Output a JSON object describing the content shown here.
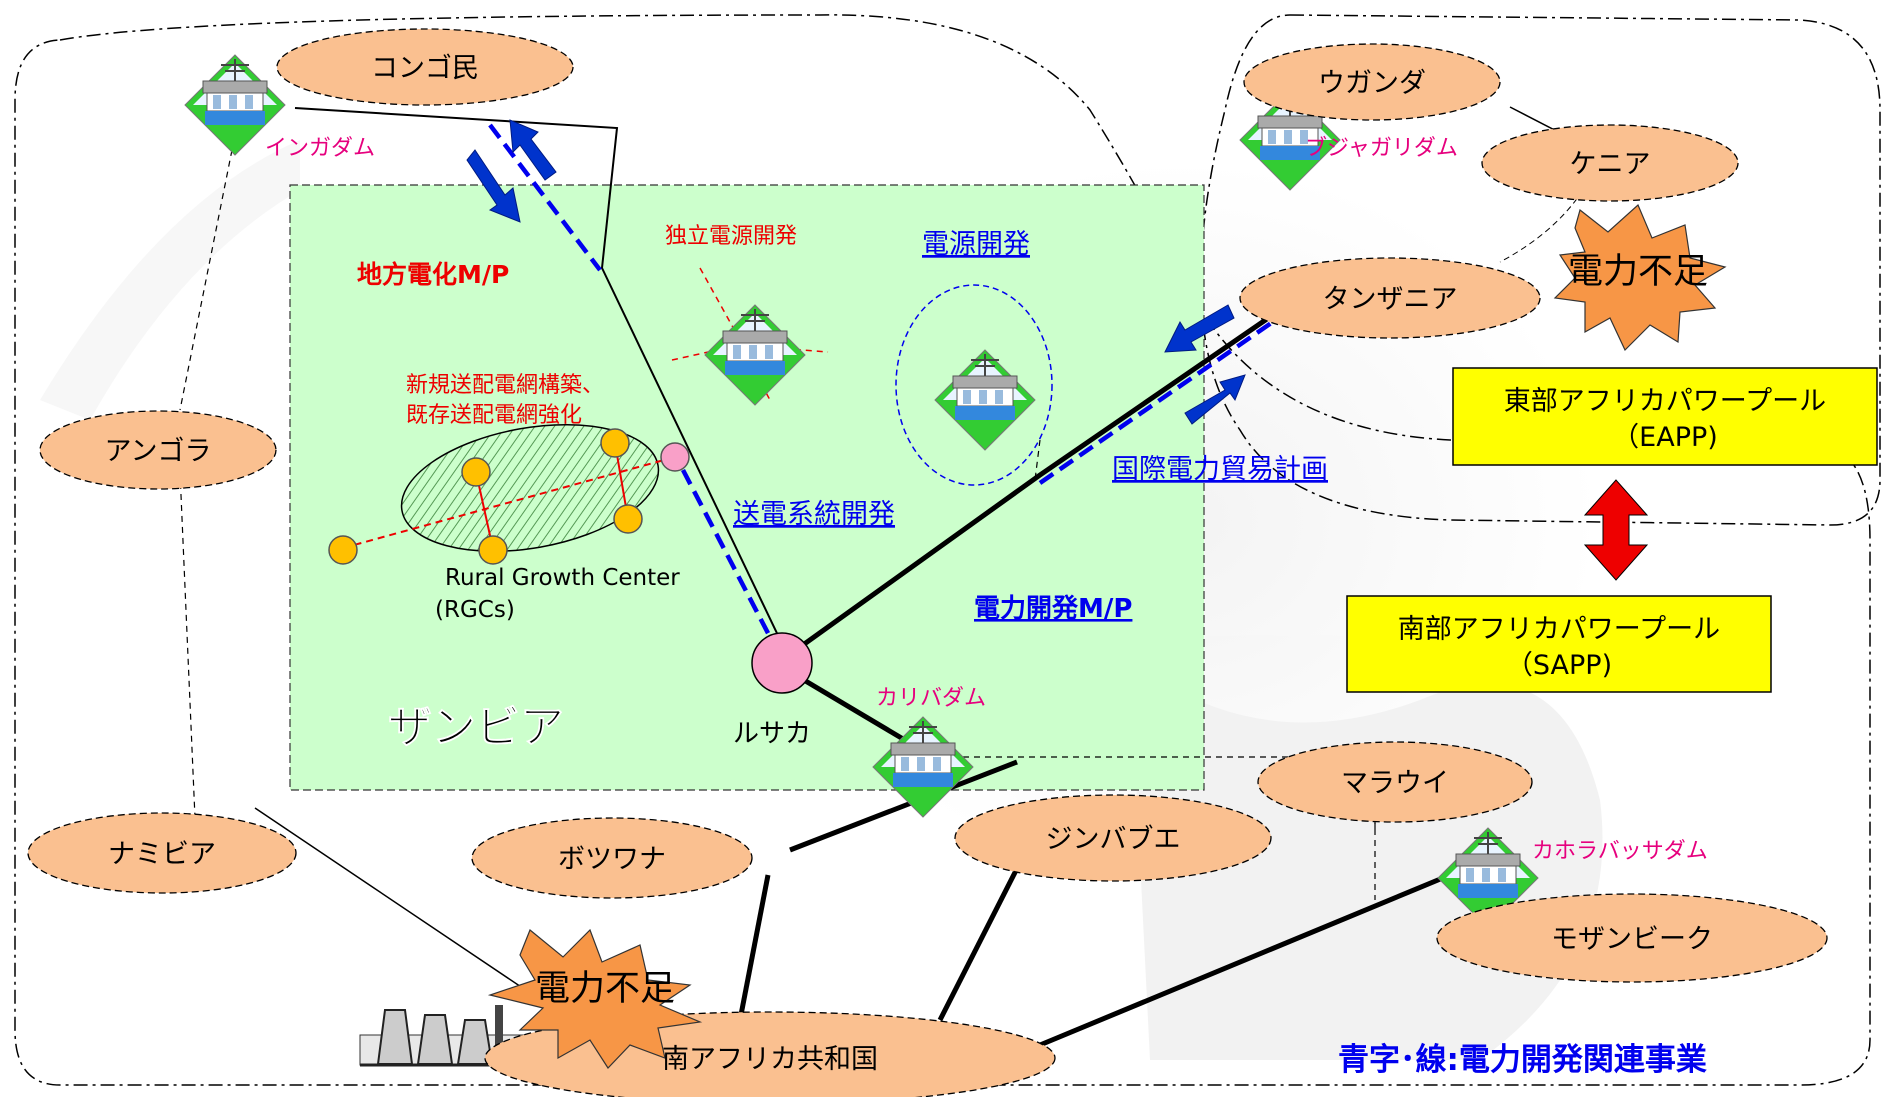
{
  "colors": {
    "zambia_fill": "#ccffcc",
    "country_fill": "#fac090",
    "pool_fill": "#ffff00",
    "shortage_fill": "#f79646",
    "blue_project": "#0000ee",
    "red_text": "#ee0000",
    "dam_label": "#e6007e",
    "lusaka": "#f9a0c8",
    "rgc_node": "#ffc000"
  },
  "countries": {
    "congo": "コンゴ民",
    "angola": "アンゴラ",
    "namibia": "ナミビア",
    "botswana": "ボツワナ",
    "south_africa": "南アフリカ共和国",
    "zimbabwe": "ジンバブエ",
    "malawi": "マラウイ",
    "mozambique": "モザンビーク",
    "uganda": "ウガンダ",
    "kenya": "ケニア",
    "tanzania": "タンザニア"
  },
  "dams": {
    "inga": "インガダム",
    "bujagali": "ブジャガリダム",
    "kariba": "カリバダム",
    "cahora_bassa": "カホラバッサダム"
  },
  "zambia": {
    "name": "ザンビア",
    "capital": "ルサカ",
    "rural_mp": "地方電化M/P",
    "grid_plan_line1": "新規送配電網構築、",
    "grid_plan_line2": "既存送配電網強化",
    "rgc_line1": "Rural Growth Center",
    "rgc_line2": "(RGCs)",
    "independent_power": "独立電源開発",
    "power_dev": "電源開発",
    "transmission": "送電系統開発",
    "power_mp": "電力開発M/P"
  },
  "international_trade": "国際電力貿易計画",
  "pools": {
    "eapp_line1": "東部アフリカパワープール",
    "eapp_line2": "（EAPP)",
    "sapp_line1": "南部アフリカパワープール",
    "sapp_line2": "（SAPP)"
  },
  "shortage": "電力不足",
  "legend": "青字･線:電力開発関連事業"
}
